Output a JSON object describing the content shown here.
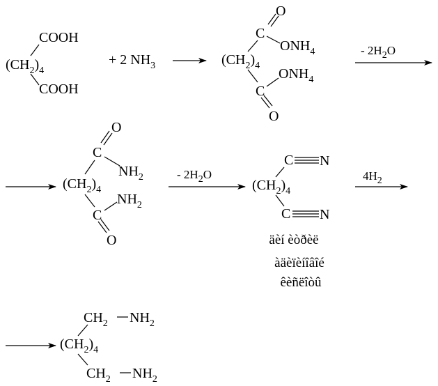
{
  "adipic_acid": {
    "cooh_top": "COOH",
    "ch2": "(CH",
    "ch2_sub": "2",
    "ch2_close": ")",
    "ch2_n": "4",
    "cooh_bottom": "COOH"
  },
  "reagent1": {
    "prefix": "+ 2 NH",
    "sub": "3"
  },
  "ammonium_salt": {
    "o_top": "O",
    "c_top": "C",
    "onh4_top": "ONH",
    "onh4_top_sub": "4",
    "ch2": "(CH",
    "ch2_sub": "2",
    "ch2_close": ")",
    "ch2_n": "4",
    "onh4_bottom": "ONH",
    "onh4_bottom_sub": "4",
    "c_bottom": "C",
    "o_bottom": "O"
  },
  "step2_condition": {
    "prefix": "- 2H",
    "sub": "2",
    "suffix": "O"
  },
  "adipamide": {
    "o_top": "O",
    "c_top": "C",
    "nh2_top": "NH",
    "nh2_top_sub": "2",
    "ch2": "(CH",
    "ch2_sub": "2",
    "ch2_close": ")",
    "ch2_n": "4",
    "nh2_bottom": "NH",
    "nh2_bottom_sub": "2",
    "c_bottom": "C",
    "o_bottom": "O"
  },
  "step3_condition": {
    "prefix": "- 2H",
    "sub": "2",
    "suffix": "O"
  },
  "adiponitrile": {
    "c_top": "C",
    "n_top": "N",
    "ch2": "(CH",
    "ch2_sub": "2",
    "ch2_close": ")",
    "ch2_n": "4",
    "c_bottom": "C",
    "n_bottom": "N",
    "name_lines": [
      "äèí èòðèë",
      "àäèïèíîâîé",
      "êèñëîòû"
    ]
  },
  "step4_condition": {
    "prefix": "4H",
    "sub": "2"
  },
  "diamine": {
    "ch2_top": "CH",
    "ch2_top_sub": "2",
    "nh2_top": "NH",
    "nh2_top_sub": "2",
    "ch2": "(CH",
    "ch2_sub": "2",
    "ch2_close": ")",
    "ch2_n": "4",
    "ch2_bottom": "CH",
    "ch2_bottom_sub": "2",
    "nh2_bottom": "NH",
    "nh2_bottom_sub": "2"
  }
}
